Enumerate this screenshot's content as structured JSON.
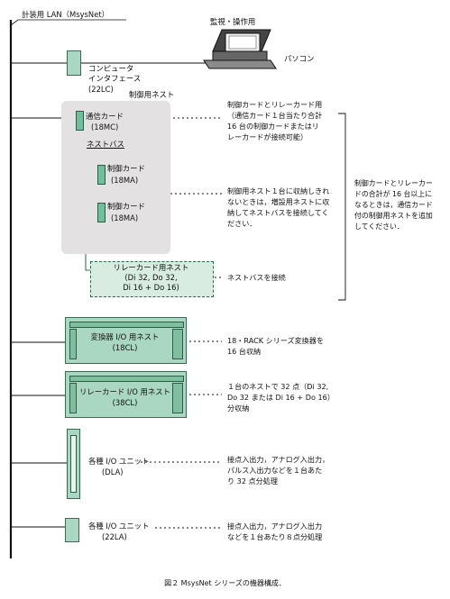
{
  "lan_label": "計装用 LAN（MsysNet）",
  "pc": {
    "top_label": "監視・操作用",
    "name": "パソコン"
  },
  "interface": {
    "lines": [
      "コンピュータ",
      "インタフェース",
      "(22LC)"
    ]
  },
  "control_nest": {
    "title": "制御用ネスト",
    "comm_card": [
      "通信カード",
      "(18MC)"
    ],
    "nest_bus": "ネストバス",
    "control_cards": [
      [
        "制御カード",
        "(18MA)"
      ],
      [
        "制御カード",
        "(18MA)"
      ]
    ],
    "relay_nest": [
      "リレーカード用ネスト",
      "(Di 32, Do 32,",
      "Di 16 + Do 16)"
    ]
  },
  "notes": {
    "comm": [
      "制御カードとリレーカード用",
      "（通信カード１台当たり合計",
      "16 台の制御カードまたはリ",
      "レーカードが接続可能）"
    ],
    "nest_capacity": [
      "制御用ネスト１台に収納しきれ",
      "ないときは，増設用ネストに収",
      "納してネストバスを接続してく",
      "ださい．"
    ],
    "bus_connect": "ネストバスを接続",
    "side": [
      "制御カードとリレーカー",
      "ドの合計が 16 台以上に",
      "なるときは，通信カード",
      "付の制御用ネストを追加",
      "してください．"
    ],
    "converter": [
      "18・RACK シリーズ変換器を",
      "16 台収納"
    ],
    "relay_io": [
      "１台のネストで 32 点（Di 32,",
      "Do 32 または Di 16 + Do 16）",
      "分収納"
    ],
    "dla": [
      "接点入出力，アナログ入出力，",
      "パルス入出力などを１台あた",
      "り 32 点分処理"
    ],
    "la22": [
      "接点入出力，アナログ入出力",
      "などを１台あたり８点分処理"
    ]
  },
  "converter_nest": [
    "変換器 I/O 用ネスト",
    "(18CL)"
  ],
  "relay_io_nest": [
    "リレーカード I/O 用ネスト",
    "(38CL)"
  ],
  "dla_unit": [
    "各種 I/O ユニット",
    "(DLA)"
  ],
  "la22_unit": [
    "各種 I/O ユニット",
    "(22LA)"
  ],
  "caption": "図２ MsysNet シリーズの機器構成．",
  "colors": {
    "green_box": "#a9d7c1",
    "green_dark": "#2f5c48",
    "nest_gray": "#e3e1e1"
  }
}
